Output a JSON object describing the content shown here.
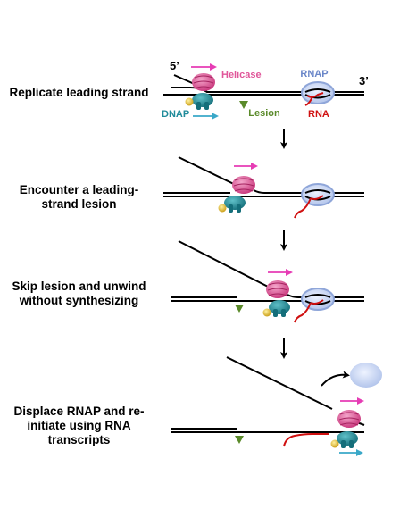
{
  "steps": [
    "Replicate leading strand",
    "Encounter a leading-strand lesion",
    "Skip lesion and unwind without synthesizing",
    "Displace RNAP and re-initiate using RNA transcripts"
  ],
  "labels": {
    "five_prime": "5’",
    "three_prime": "3’",
    "helicase": "Helicase",
    "rnap": "RNAP",
    "dnap": "DNAP",
    "lesion": "Lesion",
    "rna": "RNA"
  },
  "colors": {
    "helicase": "#e0579a",
    "helicase_arrow": "#e63cb4",
    "dnap": "#1f8b9a",
    "dnap_arrow": "#3aa8c8",
    "lesion": "#5a8a2a",
    "rnap_fill": "#c5d3f0",
    "rnap_ring": "#8fa6d9",
    "rna": "#d01010",
    "clamp_yellow": "#e8c020",
    "dna": "#000000"
  }
}
